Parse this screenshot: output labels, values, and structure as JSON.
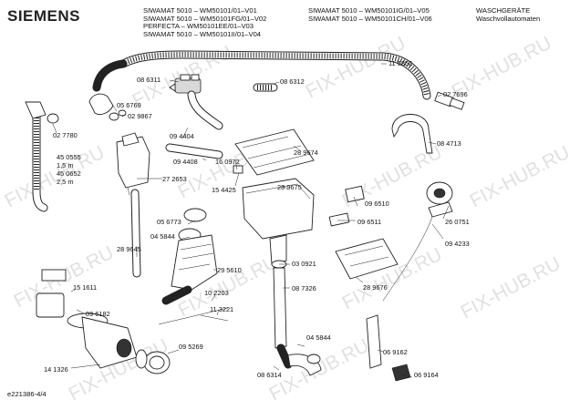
{
  "brand": "SIEMENS",
  "header_left": [
    "SIWAMAT 5010 – WM50101/01–V01",
    "SIWAMAT 5010 – WM50101FG/01–V02",
    "PERFECTA – WM50101EE/01–V03",
    "SIWAMAT 5010 – WM50101II/01–V04"
  ],
  "header_mid": [
    "SIWAMAT 5010 – WM50101IG/01–V05",
    "SIWAMAT 5010 – WM50101CH/01–V06"
  ],
  "header_right": [
    "WASCHGERÄTE",
    "Waschvollautomaten"
  ],
  "watermark": "FIX-HUB.RU",
  "footer": "e221386-4/4",
  "parts": [
    "08 6311",
    "08 6312",
    "11 5852",
    "02 7696",
    "05 6769",
    "02 9867",
    "02 7780",
    "09 4404",
    "45 0555",
    "1,5 m",
    "45 0652",
    "2,5 m",
    "08 4713",
    "28 9674",
    "09 4408",
    "16 0972",
    "27 2653",
    "15 4425",
    "28 9675",
    "09 6510",
    "26 0751",
    "05 6773",
    "04 5844",
    "09 6511",
    "28 9645",
    "29 5610",
    "03 0921",
    "09 4233",
    "08 7326",
    "28 9676",
    "15 1611",
    "10 2203",
    "09 6182",
    "11 3221",
    "04 5844",
    "09 5269",
    "06 9162",
    "14 1326",
    "08 6314",
    "06 9164"
  ]
}
